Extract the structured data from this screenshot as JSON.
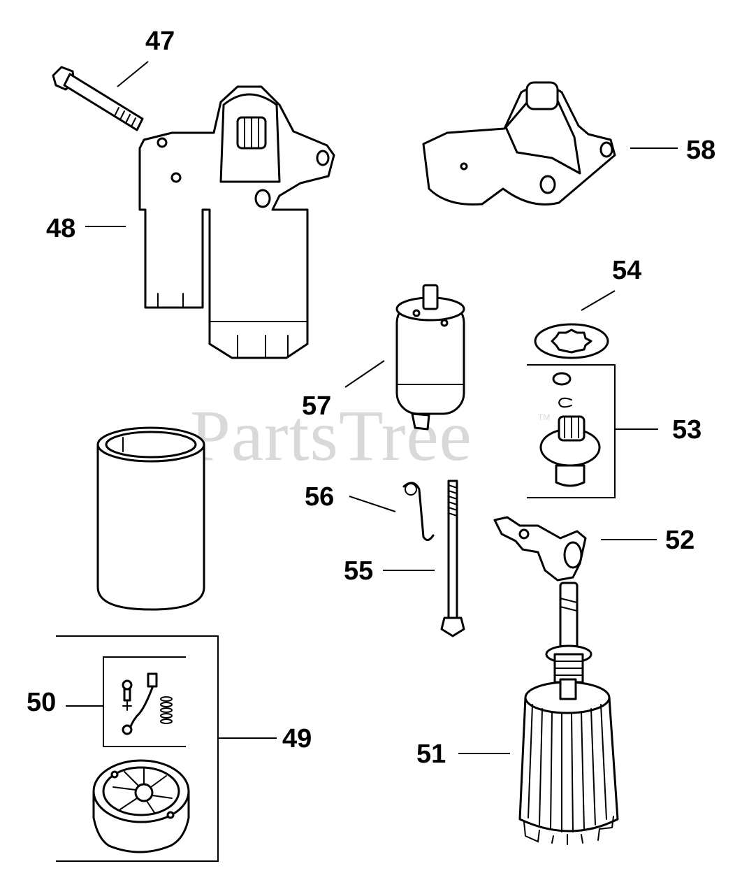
{
  "watermark": {
    "text": "PartsTree",
    "trademark": "TM"
  },
  "callouts": [
    {
      "id": "47",
      "label": "47"
    },
    {
      "id": "48",
      "label": "48"
    },
    {
      "id": "49",
      "label": "49"
    },
    {
      "id": "50",
      "label": "50"
    },
    {
      "id": "51",
      "label": "51"
    },
    {
      "id": "52",
      "label": "52"
    },
    {
      "id": "53",
      "label": "53"
    },
    {
      "id": "54",
      "label": "54"
    },
    {
      "id": "55",
      "label": "55"
    },
    {
      "id": "56",
      "label": "56"
    },
    {
      "id": "57",
      "label": "57"
    },
    {
      "id": "58",
      "label": "58"
    }
  ]
}
